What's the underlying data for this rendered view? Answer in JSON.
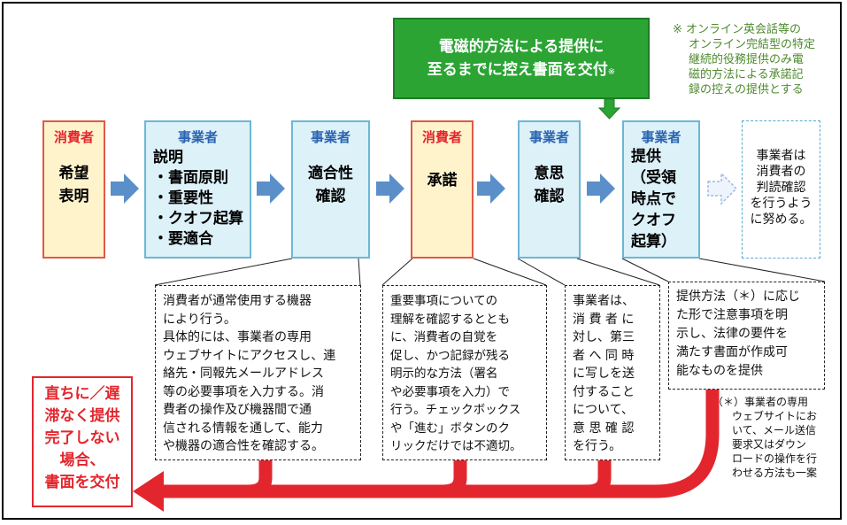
{
  "green_box": {
    "line1": "電磁的方法による提供に",
    "line2": "至るまでに控え書面を交付",
    "mark": "※"
  },
  "footnote": {
    "lines": [
      "※ オンライン英会話等の",
      "オンライン完結型の特定",
      "継続的役務提供のみ電",
      "磁的方法による承諾記",
      "録の控えの提供とする"
    ]
  },
  "steps": [
    {
      "header": "消費者",
      "lines": [
        "希望",
        "表明"
      ]
    },
    {
      "header": "事業者",
      "lines": [
        "説明",
        "・書面原則",
        "・重要性",
        "・クオフ起算",
        "・要適合"
      ]
    },
    {
      "header": "事業者",
      "lines": [
        "適合性",
        "確認"
      ]
    },
    {
      "header": "消費者",
      "lines": [
        "承諾"
      ]
    },
    {
      "header": "事業者",
      "lines": [
        "意思",
        "確認"
      ]
    },
    {
      "header": "事業者",
      "lines": [
        "提供",
        "（受領",
        "時点で",
        "クオフ",
        "起算）"
      ]
    }
  ],
  "last_box": {
    "lines": [
      "事業者は",
      "消費者の",
      "判読確認",
      "を行うよう",
      "に努める。"
    ]
  },
  "notes": [
    {
      "lines": [
        "消費者が通常使用する機器",
        "により行う。",
        "具体的には、事業者の専用",
        "ウェブサイトにアクセスし、連",
        "絡先・同報先メールアドレス",
        "等の必要事項を入力する。消",
        "費者の操作及び機器間で通",
        "信される情報を通して、能力",
        "や機器の適合性を確認する。"
      ]
    },
    {
      "lines": [
        "重要事項についての",
        "理解を確認するととも",
        "に、消費者の自覚を",
        "促し、かつ記録が残る",
        "明示的な方法（署名",
        "や必要事項を入力）で",
        "行う。チェックボックス",
        "や「進む」ボタンのク",
        "リックだけでは不適切。"
      ]
    },
    {
      "lines": [
        "事業者は、",
        "消 費 者 に",
        "対し、第三",
        "者 へ 同 時",
        "に写しを送",
        "付すること",
        "について、",
        "意 思 確 認",
        "を行う。"
      ]
    },
    {
      "lines": [
        "提供方法（＊）に応じ",
        "た形で注意事項を明",
        "示し、法律の要件を",
        "満たす書面が作成可",
        "能なものを提供"
      ]
    }
  ],
  "asterisk_note": {
    "lines": [
      "（＊）事業者の専用",
      "ウェブサイトにお",
      "いて、メール送信",
      "要求又はダウン",
      "ロードの操作を行",
      "わせる方法も一案"
    ]
  },
  "red_box": {
    "lines": [
      "直ちに／遅",
      "滞なく提供",
      "完了しない",
      "場合、",
      "書面を交付"
    ]
  },
  "colors": {
    "red": "#e3262d",
    "blue": "#2a63b0",
    "green": "#2ba434",
    "arrow": "#5b8fc9"
  }
}
